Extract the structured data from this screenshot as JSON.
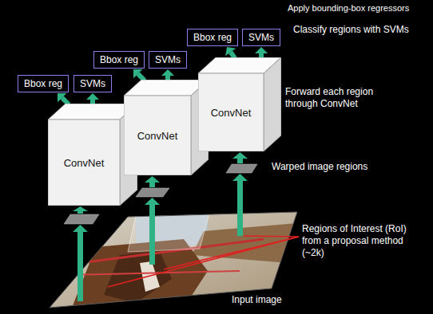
{
  "diagram": {
    "nodes": [
      {
        "text": [
          "Bbox reg"
        ]
      },
      {
        "text": [
          "SVMs"
        ]
      },
      {
        "text": [
          "Bbox reg"
        ]
      },
      {
        "text": [
          "SVMs"
        ]
      },
      {
        "text": [
          "Bbox reg"
        ]
      },
      {
        "text": [
          "SVMs"
        ]
      },
      {
        "text": [
          "ConvNet"
        ]
      },
      {
        "text": [
          "ConvNet"
        ]
      },
      {
        "text": [
          "ConvNet"
        ]
      }
    ],
    "edges": [
      {
        "from": 6,
        "to": 0,
        "arrow": "to"
      },
      {
        "from": 6,
        "to": 1,
        "arrow": "to"
      },
      {
        "from": 7,
        "to": 2,
        "arrow": "to"
      },
      {
        "from": 7,
        "to": 3,
        "arrow": "to"
      },
      {
        "from": 8,
        "to": 4,
        "arrow": "to"
      },
      {
        "from": 8,
        "to": 5,
        "arrow": "to"
      }
    ],
    "labels": [
      "Apply bounding-box regressors",
      "Classify regions with SVMs",
      "Forward each region through ConvNet",
      "Warped image regions",
      "Regions of Interest (RoI) from a proposal method (~2k)",
      "Input image"
    ]
  }
}
